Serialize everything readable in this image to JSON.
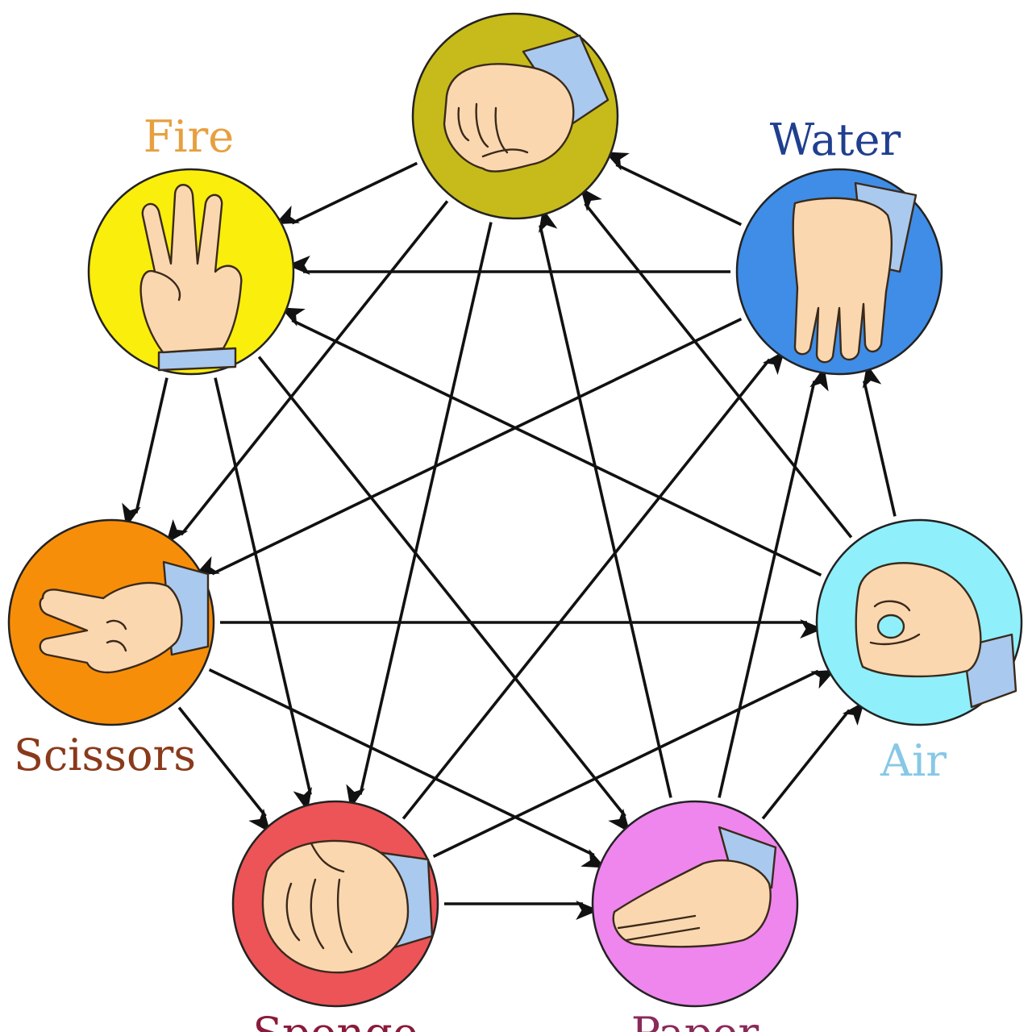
{
  "diagram": {
    "nodes": [
      {
        "id": "rock",
        "label": "",
        "fill": "#c6bb1a",
        "label_color": "#c6bb1a",
        "icon": "fist-icon"
      },
      {
        "id": "water",
        "label": "Water",
        "fill": "#3f8de6",
        "label_color": "#1f3f8f",
        "icon": "hand-down-icon"
      },
      {
        "id": "air",
        "label": "Air",
        "fill": "#8ff0fb",
        "label_color": "#86c8e6",
        "icon": "ok-hand-icon"
      },
      {
        "id": "paper",
        "label": "Paper",
        "fill": "#ee86ee",
        "label_color": "#8a2a5a",
        "icon": "flat-hand-icon"
      },
      {
        "id": "sponge",
        "label": "Sponge",
        "fill": "#ec5458",
        "label_color": "#8a1a3a",
        "icon": "knuckles-icon"
      },
      {
        "id": "scissors",
        "label": "Scissors",
        "fill": "#f78e0a",
        "label_color": "#8a3a1a",
        "icon": "two-fingers-icon"
      },
      {
        "id": "fire",
        "label": "Fire",
        "fill": "#faee0c",
        "label_color": "#e6a040",
        "icon": "three-fingers-icon"
      }
    ],
    "edges": [
      {
        "from": "rock",
        "to": "fire"
      },
      {
        "from": "rock",
        "to": "scissors"
      },
      {
        "from": "rock",
        "to": "sponge"
      },
      {
        "from": "water",
        "to": "rock"
      },
      {
        "from": "water",
        "to": "fire"
      },
      {
        "from": "water",
        "to": "scissors"
      },
      {
        "from": "air",
        "to": "water"
      },
      {
        "from": "air",
        "to": "rock"
      },
      {
        "from": "air",
        "to": "fire"
      },
      {
        "from": "paper",
        "to": "air"
      },
      {
        "from": "paper",
        "to": "water"
      },
      {
        "from": "paper",
        "to": "rock"
      },
      {
        "from": "sponge",
        "to": "paper"
      },
      {
        "from": "sponge",
        "to": "air"
      },
      {
        "from": "sponge",
        "to": "water"
      },
      {
        "from": "scissors",
        "to": "sponge"
      },
      {
        "from": "scissors",
        "to": "paper"
      },
      {
        "from": "scissors",
        "to": "air"
      },
      {
        "from": "fire",
        "to": "scissors"
      },
      {
        "from": "fire",
        "to": "sponge"
      },
      {
        "from": "fire",
        "to": "paper"
      }
    ],
    "arrow_color": "#111111"
  }
}
